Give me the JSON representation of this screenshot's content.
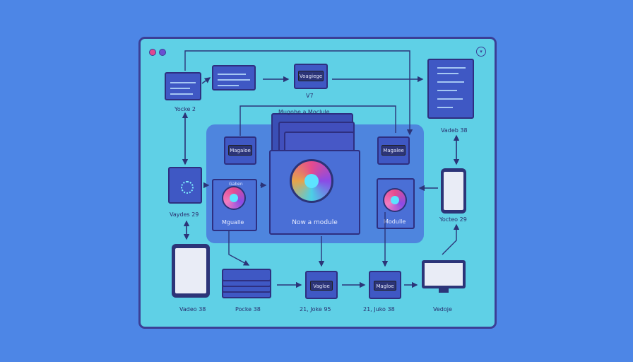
{
  "window": {
    "dot_colors": [
      "#e0468f",
      "#6a4fd1"
    ],
    "chevron_icon": "chevron-down-icon"
  },
  "labels": {
    "top_left": "Yocke 2",
    "top_center": "V7",
    "right_top": "Vadeb 38",
    "left_middle": "Vaydes 29",
    "right_middle": "Yocteo 29",
    "bottom_1": "Vadeo 38",
    "bottom_2": "Pocke 38",
    "bottom_3": "21, Joke 95",
    "bottom_4": "21, Juko 38",
    "bottom_5": "Vedoje"
  },
  "chips": {
    "top_center": "Voagiege",
    "stack_header": "Mugohe a Moclule",
    "left_module": "Magaloe",
    "right_module": "Magalee",
    "bottom_center_1": "Vagloe",
    "bottom_center_2": "Magloe"
  },
  "modules": {
    "center_title": "Now a module",
    "left_title": "Mgualle",
    "right_title": "Modulle",
    "left_header": "Gaben"
  },
  "colors": {
    "background": "#4d86e6",
    "window": "#5fd0e6",
    "border": "#3b3f96",
    "card": "#3f58c4",
    "panel": "#4b78dc"
  }
}
